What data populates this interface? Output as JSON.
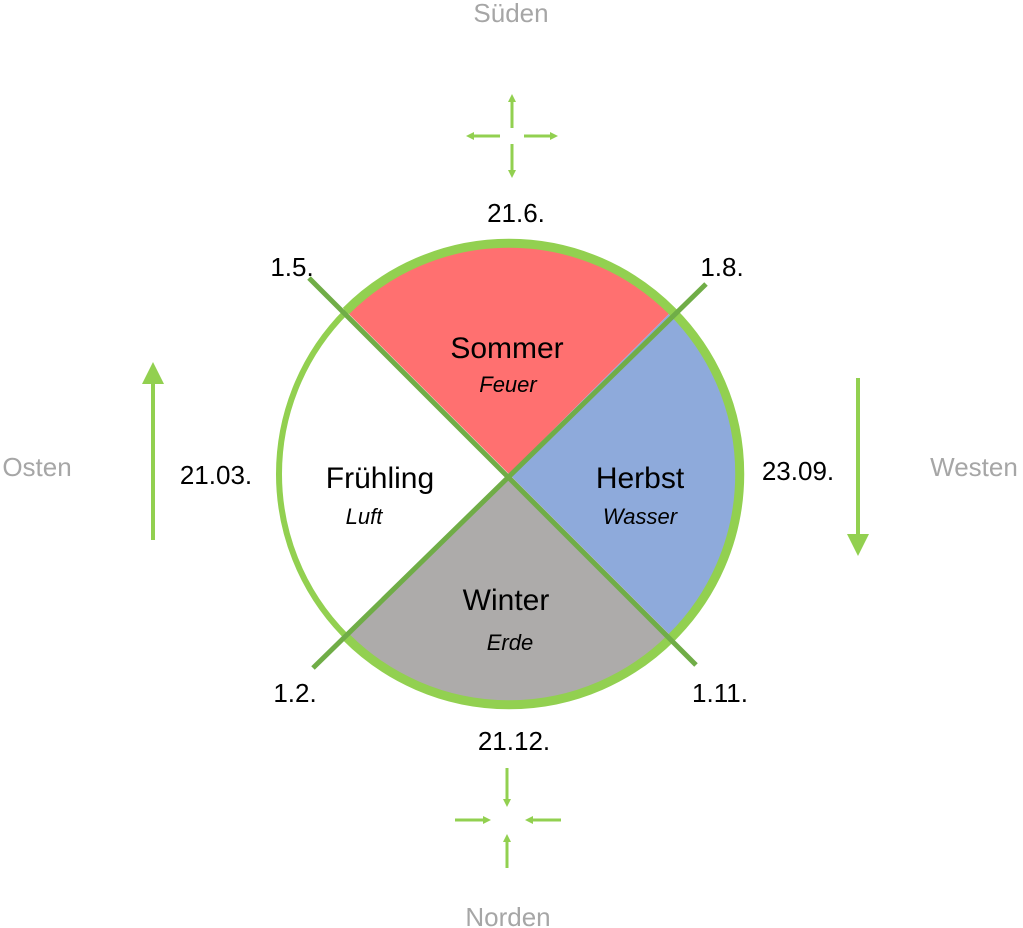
{
  "directions": {
    "south": "Süden",
    "north": "Norden",
    "east": "Osten",
    "west": "Westen"
  },
  "seasons": {
    "summer": {
      "name": "Sommer",
      "element": "Feuer",
      "color": "#ff7070"
    },
    "autumn": {
      "name": "Herbst",
      "element": "Wasser",
      "color": "#8eaadb"
    },
    "winter": {
      "name": "Winter",
      "element": "Erde",
      "color": "#adabaa"
    },
    "spring": {
      "name": "Frühling",
      "element": "Luft",
      "color": "#ffffff"
    }
  },
  "dates": {
    "summer_solstice": "21.6.",
    "winter_solstice": "21.12.",
    "spring_equinox": "21.03.",
    "autumn_equinox": "23.09.",
    "may_first": "1.5.",
    "aug_first": "1.8.",
    "feb_first": "1.2.",
    "nov_first": "1.11."
  },
  "colors": {
    "ring": "#92d050",
    "divider": "#70ad47",
    "arrow": "#92d050",
    "direction_text": "#a6a6a6"
  }
}
